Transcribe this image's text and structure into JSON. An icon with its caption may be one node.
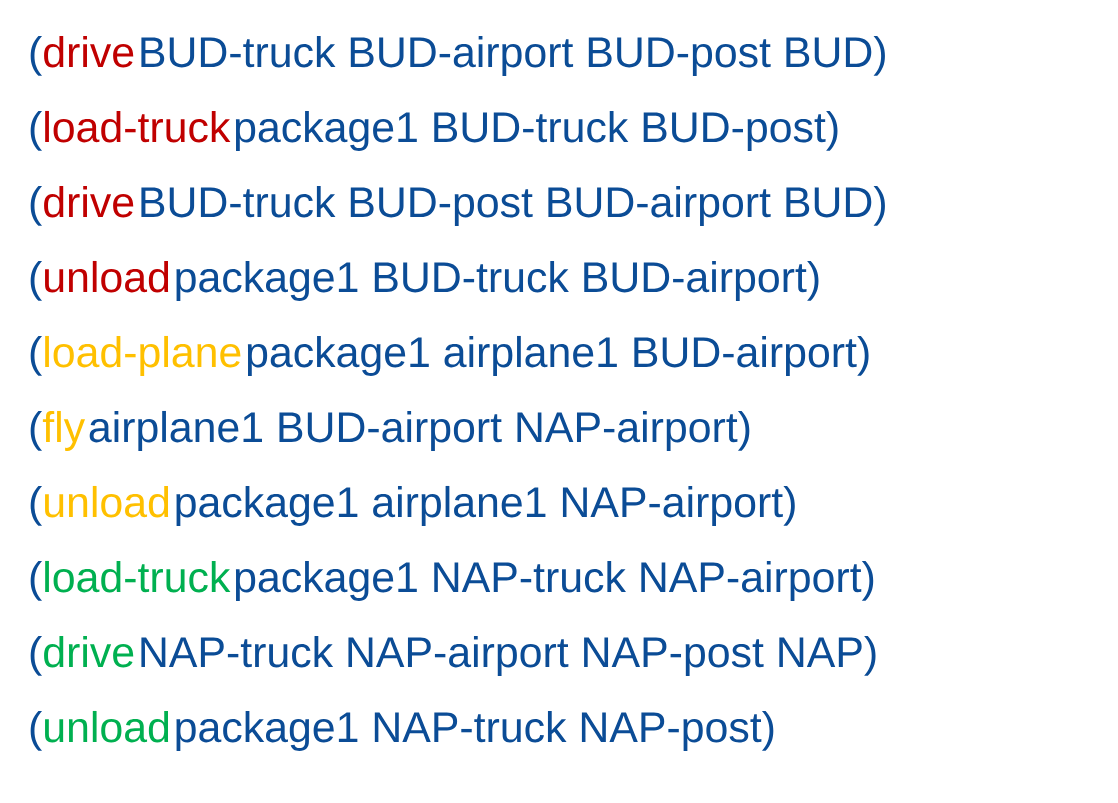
{
  "diagram": {
    "labels": [
      "(",
      "drive",
      "BUD-truck BUD-airport BUD-post BUD)",
      "(",
      "load-truck",
      "package1 BUD-truck BUD-post)",
      "(",
      "drive",
      "BUD-truck BUD-post BUD-airport BUD)",
      "(",
      "unload",
      "package1 BUD-truck BUD-airport)",
      "(",
      "load-plane",
      "package1 airplane1 BUD-airport)",
      "(",
      "fly",
      "airplane1 BUD-airport NAP-airport)",
      "(",
      "unload",
      "package1 airplane1 NAP-airport)",
      "(",
      "load-truck",
      "package1 NAP-truck NAP-airport)",
      "(",
      "drive",
      "NAP-truck NAP-airport NAP-post NAP)",
      "(",
      "unload",
      "package1 NAP-truck NAP-post)"
    ]
  }
}
